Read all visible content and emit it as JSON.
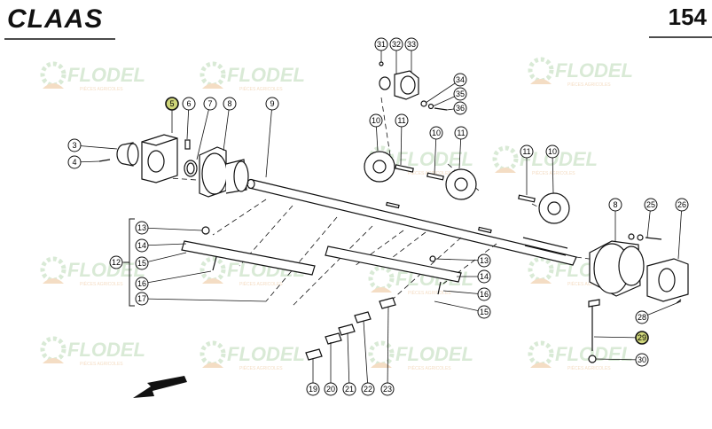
{
  "header": {
    "brand": "CLAAS",
    "page_number": "154"
  },
  "watermark": {
    "name": "FLODEL",
    "tagline": "PIÈCES AGRICOLES"
  },
  "colors": {
    "ink": "#111111",
    "highlight": "#cfd67a",
    "watermark_green": "#d9ead6",
    "watermark_orange": "#f4ddc4"
  },
  "callouts": [
    "3",
    "4",
    "5",
    "6",
    "7",
    "8",
    "9",
    "10",
    "11",
    "10",
    "11",
    "11",
    "10",
    "12",
    "13",
    "14",
    "15",
    "16",
    "17",
    "13",
    "14",
    "16",
    "15",
    "19",
    "20",
    "21",
    "22",
    "23",
    "8",
    "25",
    "26",
    "28",
    "29",
    "30",
    "31",
    "32",
    "33",
    "34",
    "35",
    "36"
  ],
  "highlighted_callouts": [
    "5",
    "29"
  ]
}
